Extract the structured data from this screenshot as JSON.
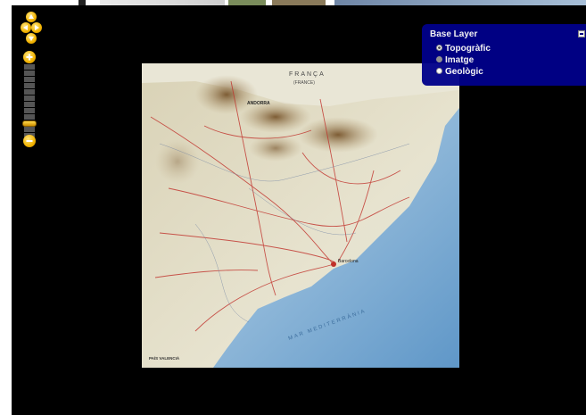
{
  "layer_switcher": {
    "title": "Base Layer",
    "options": [
      {
        "label": "Topogràfic",
        "checked": true,
        "enabled": true
      },
      {
        "label": "Imatge",
        "checked": false,
        "enabled": false
      },
      {
        "label": "Geològic",
        "checked": false,
        "enabled": true
      }
    ]
  },
  "map_labels": {
    "france": "FRANÇA",
    "france_sub": "(FRANCE)",
    "andorra": "ANDORRA",
    "barcelona": "Barcelona",
    "valencia": "PAÍS VALENCIÀ",
    "sea": "MAR MEDITERRÀNIA"
  },
  "zoom": {
    "levels": 12,
    "current_level_fraction": 0.85
  },
  "colors": {
    "background": "#000000",
    "switcher": "#00008b",
    "control": "#f2b300"
  }
}
